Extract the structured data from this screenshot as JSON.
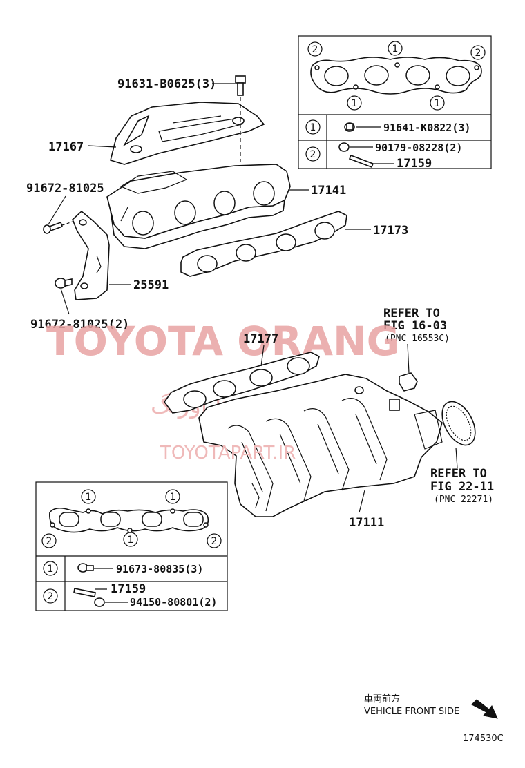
{
  "callouts": {
    "bolt_top": "91631-B0625(3)",
    "heat_insulator": "17167",
    "stud_left": "91672-81025",
    "exhaust_manifold": "17141",
    "exhaust_gasket": "17173",
    "bracket": "25591",
    "stud_left_lower": "91672-81025(2)",
    "intake_gasket": "17177",
    "intake_manifold": "17111"
  },
  "refer_top": {
    "line1": "REFER TO",
    "line2": "FIG 16-03",
    "line3": "(PNC 16553C)"
  },
  "refer_right": {
    "line1": "REFER TO",
    "line2": "FIG 22-11",
    "line3": "(PNC 22271)"
  },
  "legend_exhaust": {
    "markers": {
      "one": "1",
      "two": "2"
    },
    "row1_part": "91641-K0822(3)",
    "row2_part_a": "90179-08228(2)",
    "row2_part_b": "17159"
  },
  "legend_intake": {
    "markers": {
      "one": "1",
      "two": "2"
    },
    "row1_part": "91673-80835(3)",
    "row2_part_a": "17159",
    "row2_part_b": "94150-80801(2)"
  },
  "watermark": {
    "brand": "TOYOTA ORANG",
    "persian": "تویوتا اورنگ",
    "url": "TOYOTAPART.IR"
  },
  "direction": {
    "japanese": "車両前方",
    "english": "VEHICLE FRONT SIDE"
  },
  "figure_code": "174530C"
}
